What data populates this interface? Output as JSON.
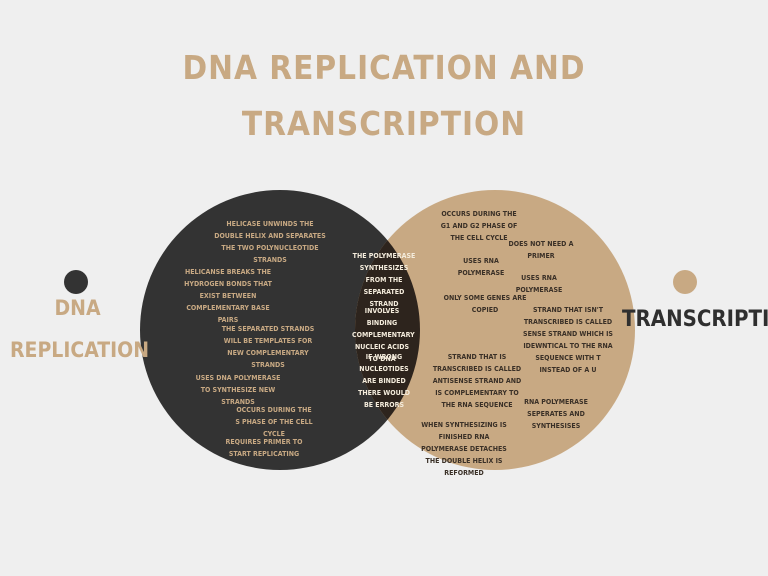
{
  "title": {
    "line1": "DNA REPLICATION AND",
    "line2": "TRANSCRIPTION"
  },
  "colors": {
    "background": "#efefef",
    "dark_circle": "#333333",
    "tan_circle": "#c8a983",
    "overlap": "#2d241d",
    "accent": "#c8a983"
  },
  "left": {
    "label_line1": "DNA",
    "label_line2": "REPLICATION",
    "items": [
      "Helicase unwinds the double helix and separates the two polynucleotide strands",
      "Helicanse breaks the hydrogen bonds that exist between complementary base pairs",
      "The separated strands will be templates for new complementary strands",
      "Uses DNA polymerase to synthesize new strands",
      "Occurs during the S phase of the cell cycle",
      "Requires primer to start replicating"
    ]
  },
  "right": {
    "label": "TRANSCRIPTION",
    "items": [
      "Occurs during the G1 and G2 phase of the cell cycle",
      "Does not need a primer",
      "Uses RNA polymerase",
      "Uses RNA polymerase",
      "Only some genes are copied",
      "Strand that isn't transcribed is called sense strand which is idewntical to the RNA sequence with T instead of a U",
      "Strand that is transcribed is called antisense strand and is complementary to the RNA sequence",
      "RNA polymerase seperates and synthesises",
      "When synthesizing is finished RNA polymerase detaches the double helix is reformed"
    ]
  },
  "both": {
    "items": [
      "The polymerase synthesizes from the separated strand",
      "Involves binding complementary nucleic acids to DNA",
      "If wrong nucleotides are binded there would be errors"
    ]
  }
}
